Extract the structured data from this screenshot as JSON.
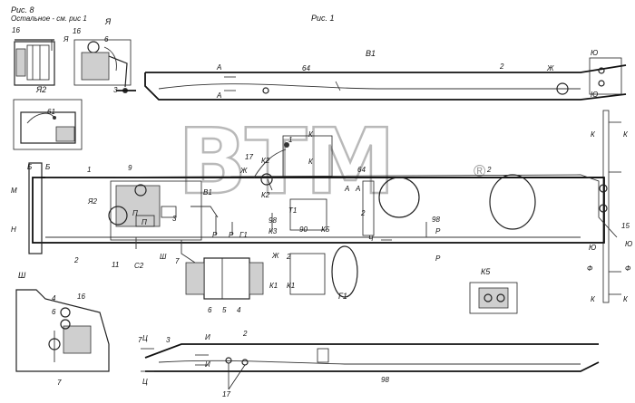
{
  "titles": {
    "fig8": "Рис. 8",
    "fig8_note": "Остальное - см. рис 1",
    "fig1": "Рис. 1"
  },
  "watermark": {
    "text": "BTM",
    "registered": "®"
  },
  "views": {
    "v1": "В1",
    "g1": "Г1",
    "ya": "Я",
    "ya2": "Я2",
    "sh": "Ш",
    "k5": "К5"
  },
  "labels": {
    "n16a": "16",
    "ya_a": "Я",
    "n16b": "16",
    "n6a": "6",
    "ya_b": "Я",
    "n3a": "3",
    "ya2": "Я2",
    "n61": "61",
    "a1": "А",
    "a2": "А",
    "n64a": "64",
    "n2a": "2",
    "zh1": "Ж",
    "yu1": "Ю",
    "yu2": "Ю",
    "k1": "К",
    "k2": "К",
    "n1a": "1",
    "k3": "К",
    "k4": "К",
    "n17a": "17",
    "zh2": "Ж",
    "k2a": "К2",
    "k2b": "К2",
    "b1": "Б",
    "b2": "Б",
    "m": "М",
    "n1b": "1",
    "n9": "9",
    "ya2b": "Я2",
    "p1": "П",
    "p2": "П",
    "v1b": "В1",
    "n3b": "3",
    "n64b": "64",
    "a3": "А",
    "a4": "А",
    "n2b": "2",
    "n2c": "2",
    "n2d": "2",
    "t1": "Т1",
    "n98a": "98",
    "k3b": "К3",
    "n90": "90",
    "k5b": "К5",
    "r1": "Р",
    "r2": "Р",
    "g1b": "Г1",
    "ch": "Ч",
    "n98b": "98",
    "r3": "Р",
    "r4": "Р",
    "n_left": "Н",
    "n2e": "2",
    "n11": "11",
    "s2": "С2",
    "sh1": "Ш",
    "n7a": "7",
    "zh3": "Ж",
    "n2f": "2",
    "k1a": "К1",
    "k1b": "К1",
    "n6b": "6",
    "n5": "5",
    "n4a": "4",
    "n15": "15",
    "yu3": "Ю",
    "yu4": "Ю",
    "f1": "Ф",
    "f2": "Ф",
    "k5": "К",
    "k6": "К",
    "sh2": "Ш",
    "n4b": "4",
    "n16c": "16",
    "n6c": "6",
    "n7b": "7",
    "ts1": "Ц",
    "ts2": "Ц",
    "n7c": "7",
    "n3c": "3",
    "i1": "И",
    "i2": "И",
    "n2g": "2",
    "n98c": "98",
    "n17b": "17",
    "k5c": "К5"
  }
}
